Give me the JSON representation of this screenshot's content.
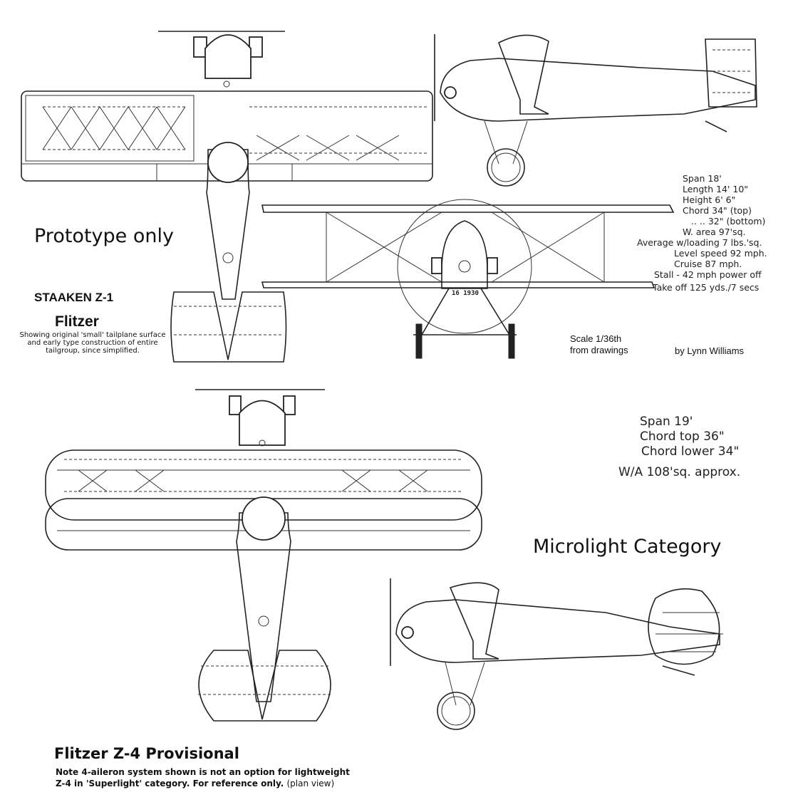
{
  "labels": {
    "prototype": "Prototype only",
    "staaken_model": "STAAKEN Z-1",
    "staaken_name": "Flitzer",
    "staaken_note_1": "Showing original 'small' tailplane surface",
    "staaken_note_2": "and early type construction of entire",
    "staaken_note_3": "tailgroup, since simplified.",
    "scale_1": "Scale 1/36th",
    "scale_2": "from drawings",
    "credit": "by Lynn Williams",
    "microlight": "Microlight Category",
    "z4_title": "Flitzer Z-4 Provisional",
    "z4_note_1": "Note 4-aileron system shown is not an option for lightweight",
    "z4_note_2": "Z-4 in 'Superlight' category. For reference only.",
    "z4_note_3": "(plan view)"
  },
  "specs_z1": [
    "Span 18'",
    "Length 14' 10\"",
    "Height 6' 6\"",
    "Chord 34\" (top)",
    ".. .. 32\" (bottom)",
    "W. area 97'sq.",
    "Average w/loading 7 lbs.'sq.",
    "Level speed 92 mph.",
    "Cruise 87 mph.",
    "Stall - 42 mph power off",
    "Take off 125 yds./7 secs"
  ],
  "specs_z4": [
    "Span 19'",
    "Chord top 36\"",
    "Chord lower 34\"",
    "W/A 108'sq. approx."
  ],
  "fuselage_markings": "16 1930"
}
